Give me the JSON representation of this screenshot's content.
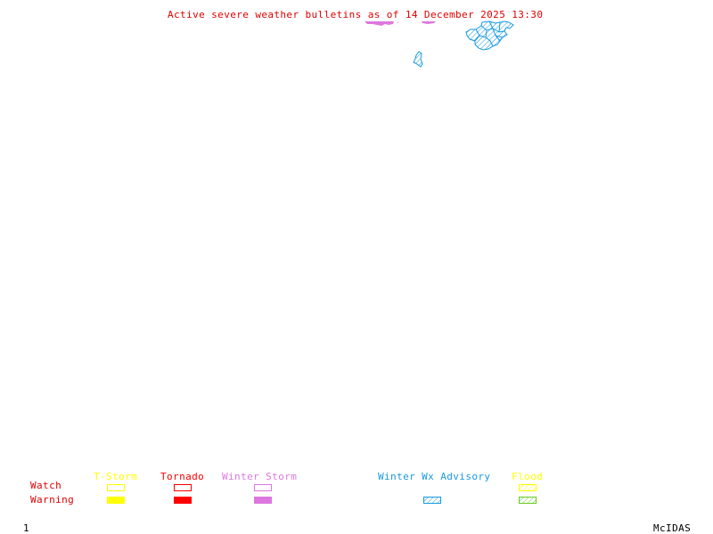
{
  "title": "Active severe weather bulletins as of 14 December 2025 13:30",
  "map": {
    "features": [
      {
        "type": "Winter Storm",
        "status": "Warning",
        "region": "northern border zones (west)"
      },
      {
        "type": "Winter Storm",
        "status": "Warning",
        "region": "northern border zone (east)"
      },
      {
        "type": "Winter Wx Advisory",
        "status": "Advisory",
        "region": "northeast cluster"
      },
      {
        "type": "Winter Wx Advisory",
        "status": "Advisory",
        "region": "small isolated zone"
      }
    ]
  },
  "legend": {
    "row_labels": {
      "watch": "Watch",
      "warning": "Warning"
    },
    "columns": [
      {
        "label": "T-Storm",
        "color": "#ffff00",
        "watch": "outline",
        "warning": "filled"
      },
      {
        "label": "Tornado",
        "color": "#ff0000",
        "watch": "outline",
        "warning": "filled"
      },
      {
        "label": "Winter Storm",
        "color": "#dd77dd",
        "watch": "outline",
        "warning": "filled"
      },
      {
        "label": "Winter Wx Advisory",
        "color": "#1899e0",
        "watch": null,
        "warning": "hatched"
      },
      {
        "label": "Flood",
        "color": "#ffff00",
        "warning_color": "#66cc22",
        "watch": "hatched",
        "warning": "hatched"
      }
    ]
  },
  "footer": {
    "frame_number": "1",
    "software": "McIDAS"
  },
  "colors": {
    "title": "#e00000",
    "winter_storm": "#dd77dd",
    "winter_advisory": "#1899e0",
    "tstorm": "#ffff00",
    "tornado": "#ff0000",
    "flood_watch": "#ffff00",
    "flood_warning": "#66cc22"
  }
}
